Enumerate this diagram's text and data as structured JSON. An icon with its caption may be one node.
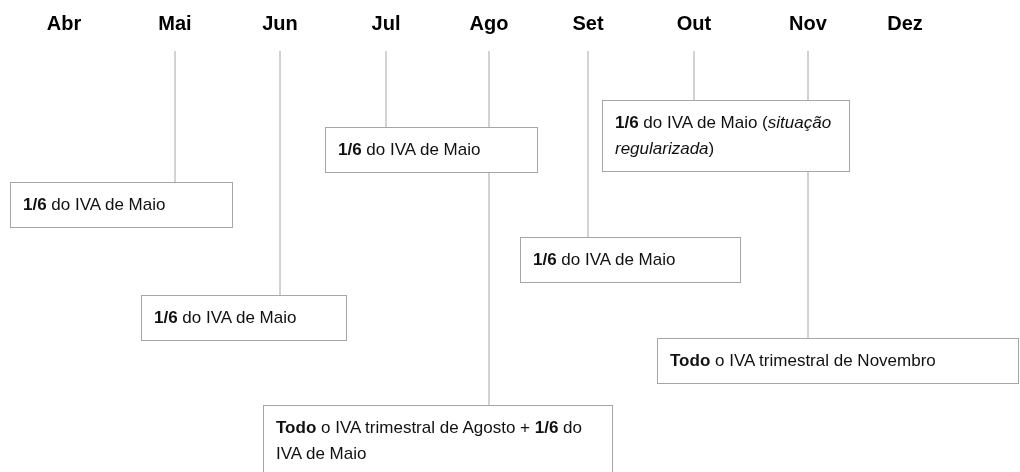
{
  "diagram": {
    "nodes": [
      {
        "text": [
          "Abr"
        ]
      },
      {
        "text": [
          "Mai"
        ]
      },
      {
        "text": [
          "Jun"
        ]
      },
      {
        "text": [
          "Jul"
        ]
      },
      {
        "text": [
          "Ago"
        ]
      },
      {
        "text": [
          "Set"
        ]
      },
      {
        "text": [
          "Out"
        ]
      },
      {
        "text": [
          "Nov"
        ]
      },
      {
        "text": [
          "Dez"
        ]
      },
      {
        "text": [
          "**1/6** do IVA de Maio (*situação regularizada*)"
        ]
      },
      {
        "text": [
          "**1/6** do IVA de Maio"
        ]
      },
      {
        "text": [
          "**1/6** do IVA de Maio"
        ]
      },
      {
        "text": [
          "**1/6** do IVA de Maio"
        ]
      },
      {
        "text": [
          "**1/6** do IVA de Maio"
        ]
      },
      {
        "text": [
          "**Todo** o IVA trimestral de Novembro"
        ]
      },
      {
        "text": [
          "**Todo** o IVA trimestral de Agosto + **1/6** do IVA de Maio"
        ]
      }
    ],
    "edges": [
      {
        "from": 1,
        "to": 11,
        "arrow": "none"
      },
      {
        "from": 2,
        "to": 13,
        "arrow": "none"
      },
      {
        "from": 3,
        "to": 10,
        "arrow": "none"
      },
      {
        "from": 4,
        "to": 10,
        "arrow": "none"
      },
      {
        "from": 10,
        "to": 15,
        "arrow": "none"
      },
      {
        "from": 5,
        "to": 12,
        "arrow": "none"
      },
      {
        "from": 6,
        "to": 9,
        "arrow": "none"
      },
      {
        "from": 7,
        "to": 9,
        "arrow": "none"
      },
      {
        "from": 9,
        "to": 14,
        "arrow": "none"
      }
    ]
  }
}
